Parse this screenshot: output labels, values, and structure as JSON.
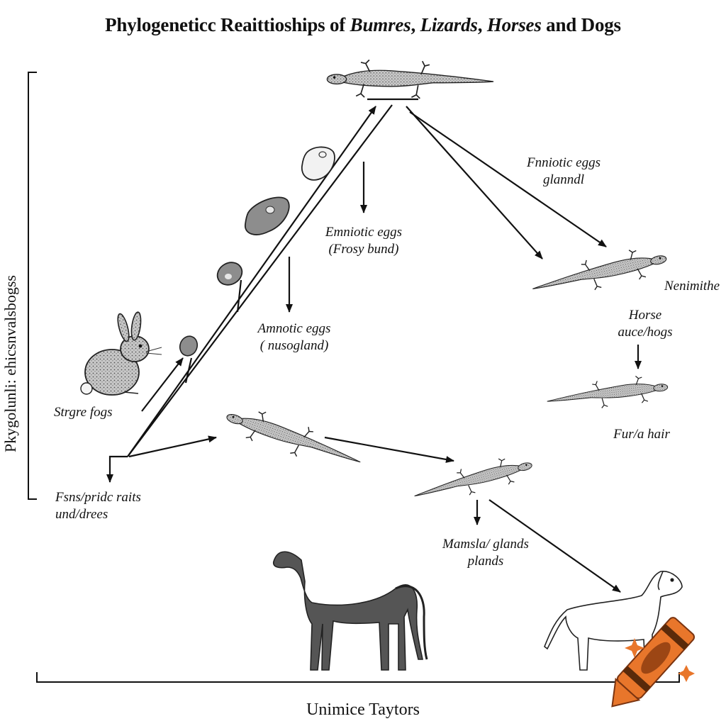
{
  "title": {
    "part1": "Phylogeneticc Reaittioships of ",
    "bumres": "Bumres",
    "sep1": ", ",
    "lizards": "Lizards",
    "sep2": ", ",
    "horses": "Horses",
    "sep3": " and Dogs"
  },
  "y_axis_label": "Pkygolunli: ehicsnvalsbogss",
  "x_axis_label": "Unimice Taytors",
  "labels": {
    "fnniotic": [
      "Fnniotic eggs",
      "glanndl"
    ],
    "emniotic": [
      "Emniotic eggs",
      "(Frosy bund)"
    ],
    "amnotic": [
      "Amnotic eggs",
      "( nusogland)"
    ],
    "strgre": [
      "Strgre fogs"
    ],
    "fsns": [
      "Fsns/pridc raits",
      "und/drees"
    ],
    "nenimithe": [
      "Nenimithe"
    ],
    "horse": [
      "Horse",
      "auce/hogs"
    ],
    "fur": [
      "Fur/a hair"
    ],
    "mamsla": [
      "Mamsla/ glands",
      "plands"
    ]
  },
  "icons": [
    "lizard-icon",
    "rabbit-icon",
    "egg-icon",
    "horse-icon",
    "dog-icon",
    "crayon-icon",
    "sparkle-icon"
  ],
  "colors": {
    "ink": "#111111",
    "lizard_fill": "#bdbdbd",
    "horse_fill": "#555555",
    "crayon": "#e8762b"
  }
}
